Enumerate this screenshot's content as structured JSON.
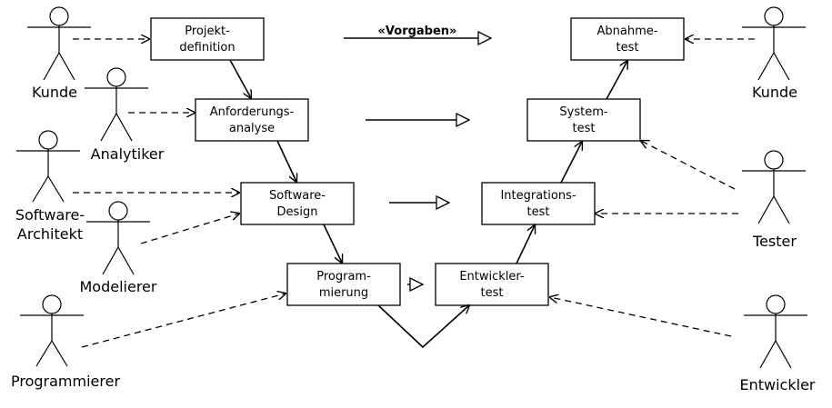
{
  "boxes": {
    "projektdefinition": [
      "Projekt-",
      "definition"
    ],
    "anforderungsanalyse": [
      "Anforderungs-",
      "analyse"
    ],
    "softwaredesign": [
      "Software-",
      "Design"
    ],
    "programmierung": [
      "Program-",
      "mierung"
    ],
    "entwicklertest": [
      "Entwickler-",
      "test"
    ],
    "integrationstest": [
      "Integrations-",
      "test"
    ],
    "systemtest": [
      "System-",
      "test"
    ],
    "abnahmetest": [
      "Abnahme-",
      "test"
    ]
  },
  "actors": {
    "kunde_left": [
      "Kunde"
    ],
    "analytiker": [
      "Analytiker"
    ],
    "softwarearchitekt": [
      "Software-",
      "Architekt"
    ],
    "modelierer": [
      "Modelierer"
    ],
    "programmierer": [
      "Programmierer"
    ],
    "kunde_right": [
      "Kunde"
    ],
    "tester": [
      "Tester"
    ],
    "entwickler": [
      "Entwickler"
    ]
  },
  "stereotype": "«Vorgaben»"
}
